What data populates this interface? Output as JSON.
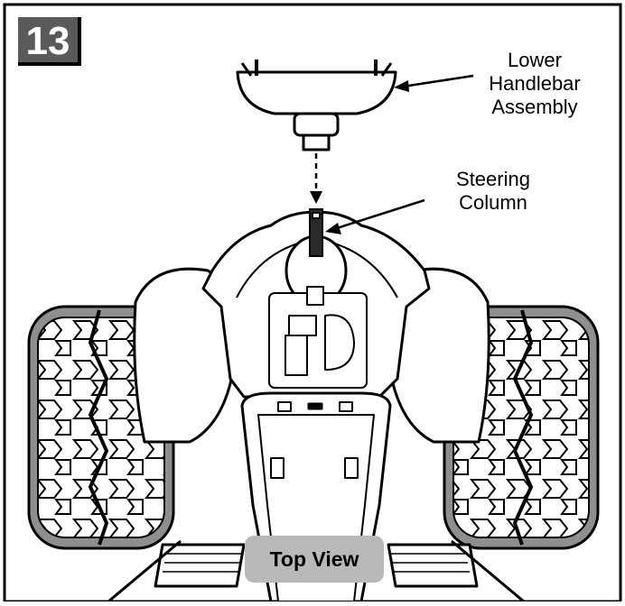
{
  "step": {
    "number": "13"
  },
  "callouts": {
    "lower_handlebar": "Lower\nHandlebar\nAssembly",
    "steering_column": "Steering\nColumn"
  },
  "view_label": "Top View",
  "colors": {
    "outline": "#000000",
    "badge": "#5a5a5a",
    "tire": "#8f8f8f",
    "label_bg": "#b9b9b9"
  }
}
